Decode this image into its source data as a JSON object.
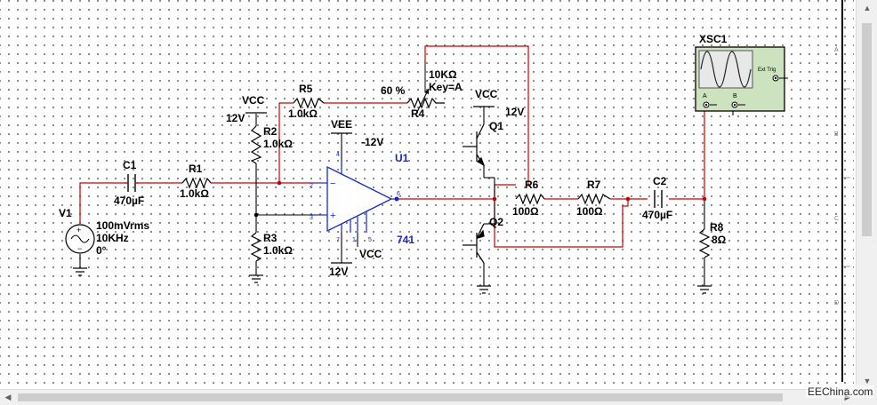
{
  "components": {
    "v1": {
      "ref": "V1",
      "amplitude": "100mVrms",
      "frequency": "10KHz",
      "phase": "0°"
    },
    "c1": {
      "ref": "C1",
      "value": "470µF"
    },
    "r1": {
      "ref": "R1",
      "value": "1.0kΩ"
    },
    "r2": {
      "ref": "R2",
      "value": "1.0kΩ"
    },
    "r3": {
      "ref": "R3",
      "value": "1.0kΩ"
    },
    "r5": {
      "ref": "R5",
      "value": "1.0kΩ"
    },
    "r4": {
      "ref": "R4",
      "value": "10KΩ",
      "key": "Key=A",
      "percent": "60 %"
    },
    "u1": {
      "ref": "U1",
      "model": "741"
    },
    "q1": {
      "ref": "Q1"
    },
    "q2": {
      "ref": "Q2"
    },
    "r6": {
      "ref": "R6",
      "value": "100Ω"
    },
    "r7": {
      "ref": "R7",
      "value": "100Ω"
    },
    "c2": {
      "ref": "C2",
      "value": "470µF"
    },
    "r8": {
      "ref": "R8",
      "value": "8Ω"
    },
    "xsc1": {
      "ref": "XSC1",
      "ext_trig": "Ext Trig",
      "ch_a": "A",
      "ch_b": "B"
    }
  },
  "supplies": {
    "vcc_label": "VCC",
    "vee_label": "VEE",
    "r2_vcc_value": "12V",
    "vee_value": "-12V",
    "q1_vcc_value": "12V",
    "u1_vcc_value": "12V"
  },
  "pin_numbers": {
    "inv": "2",
    "noninv": "3",
    "vee": "4",
    "out": "6",
    "vcc": "7",
    "n1": "1",
    "n5": "5"
  },
  "border_ticks": [
    "A",
    "B",
    "C",
    "D"
  ],
  "colors": {
    "wire_red": "#cc0000",
    "wire_black": "#000000",
    "scope_green": "#cde3c0",
    "label_blue": "#1428c8",
    "grid_dot": "#6f6f6f"
  },
  "watermark": "EEChina.com"
}
